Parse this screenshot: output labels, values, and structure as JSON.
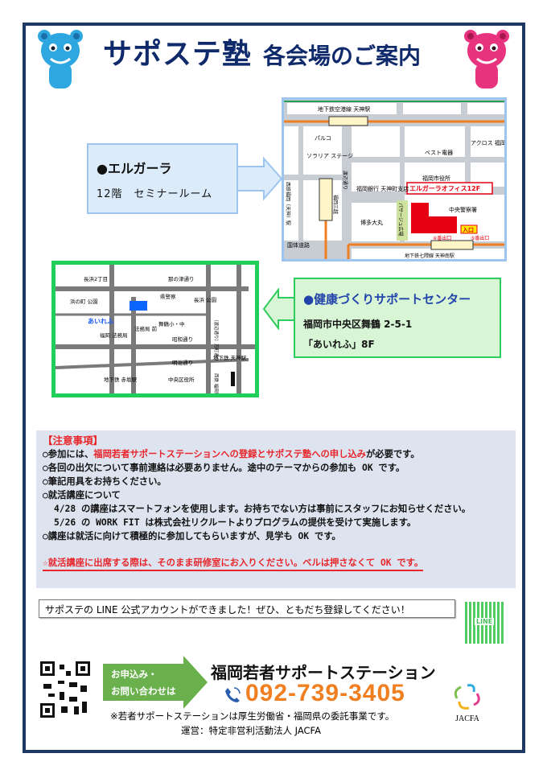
{
  "header": {
    "title_main": "サポステ塾",
    "title_sub": "各会場のご案内"
  },
  "venue1": {
    "name": "●エルガーラ",
    "room": "12階　セミナールーム",
    "map": {
      "station_top": "地下鉄空港線 天神駅",
      "parco": "パルコ",
      "solaria": "ソラリア ステージ",
      "bestdenki": "ベスト電器",
      "acros": "アクロス 福岡",
      "cityhall": "福岡市役所",
      "watanabe": "渡辺通り",
      "bank": "福岡銀行 天神町支店",
      "nishitetsu": "西鉄福岡（天神）駅",
      "mitsukoshi": "福岡三越",
      "daimaru": "博多大丸",
      "passage": "パサージュ広場",
      "police": "中央警察署",
      "elgala": "エルガーラオフィス12F",
      "entrance": "入口",
      "exit4": "④番出口",
      "exit5": "⑤番出口",
      "kokutai": "国体道路",
      "station_bottom": "地下鉄七隈線 天神南駅"
    }
  },
  "venue2": {
    "name": "●健康づくりサポートセンター",
    "address": "福岡市中央区舞鶴 2-5-1",
    "building": "「あいれふ」8F",
    "map": {
      "nagahama2": "長浜2丁目",
      "nanotsu": "那の津通り",
      "hamanomachi": "浜の町 公園",
      "kenkeicho": "県警察",
      "nagahamapark": "長浜 公園",
      "aireful": "あいれふ",
      "maizuru": "舞鶴小・中",
      "houmu_mae": "法務局 前",
      "houmukyoku": "福岡 法務局",
      "showa": "昭和通り",
      "watanabe": "（渡辺通り）万町通り",
      "meiji": "明治通り",
      "tenjin": "地下鉄 天神駅",
      "akasaka": "地下鉄 赤坂駅",
      "chuoku": "中央区役所",
      "nishitetsu": "西鉄 福岡駅"
    }
  },
  "notice": {
    "heading": "【注意事項】",
    "l1_pre": "○参加には、",
    "l1_red": "福岡若者サポートステーションへの登録とサポステ塾への申し込み",
    "l1_post": "が必要です。",
    "l2": "○各回の出欠について事前連絡は必要ありません。途中のテーマからの参加も OK です。",
    "l3": "○筆記用具をお持ちください。",
    "l4": "○就活講座について",
    "l5": "4/28 の講座はスマートフォンを使用します。お持ちでない方は事前にスタッフにお知らせください。",
    "l6": "5/26 の WORK FIT は株式会社リクルートよりプログラムの提供を受けて実施します。",
    "l7": "○講座は就活に向けて積極的に参加してもらいますが、見学も OK です。",
    "warn": "☆就活講座に出席する際は、そのまま研修室にお入りください。ベルは押さなくて OK です。"
  },
  "line": {
    "text": "サポステの LINE 公式アカウントができました！ぜひ、ともだち登録してください！",
    "qr_label": "LINE"
  },
  "footer": {
    "cta1": "お申込み・",
    "cta2": "お問い合わせは",
    "org": "福岡若者サポートステーション",
    "phone": "092-739-3405",
    "note": "※若者サポートステーションは厚生労働省・福岡県の委託事業です。",
    "operator": "運営：特定非営利活動法人 JACFA",
    "logo": "JACFA"
  },
  "colors": {
    "navy": "#1f3864",
    "red": "#e8262b",
    "orange": "#f07f22",
    "green": "#6ab04c"
  }
}
